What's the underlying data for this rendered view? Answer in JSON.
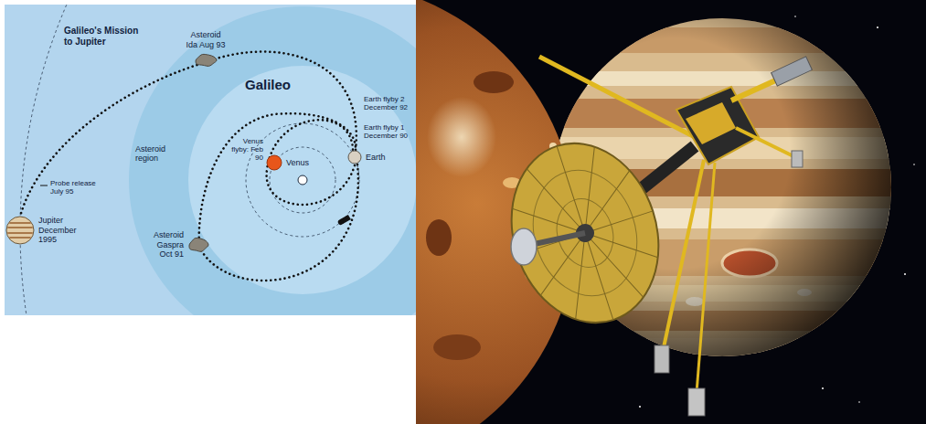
{
  "diagram": {
    "nodes": [
      {
        "text": [
          "Asteroid Ida Aug 93"
        ]
      },
      {
        "text": [
          "Earth"
        ]
      },
      {
        "text": [
          "Venus"
        ]
      },
      {
        "text": [
          "Asteroid Gaspra Oct 91"
        ]
      },
      {
        "text": [
          "Jupiter December 1995"
        ]
      }
    ],
    "labels": [
      "Galileo's Mission to Jupiter",
      "Galileo",
      "Asteroid region",
      "Earth flyby 1 December 90",
      "Earth flyby 2 December 92",
      "Venus flyby: Feb 90",
      "Probe release July 95"
    ]
  }
}
